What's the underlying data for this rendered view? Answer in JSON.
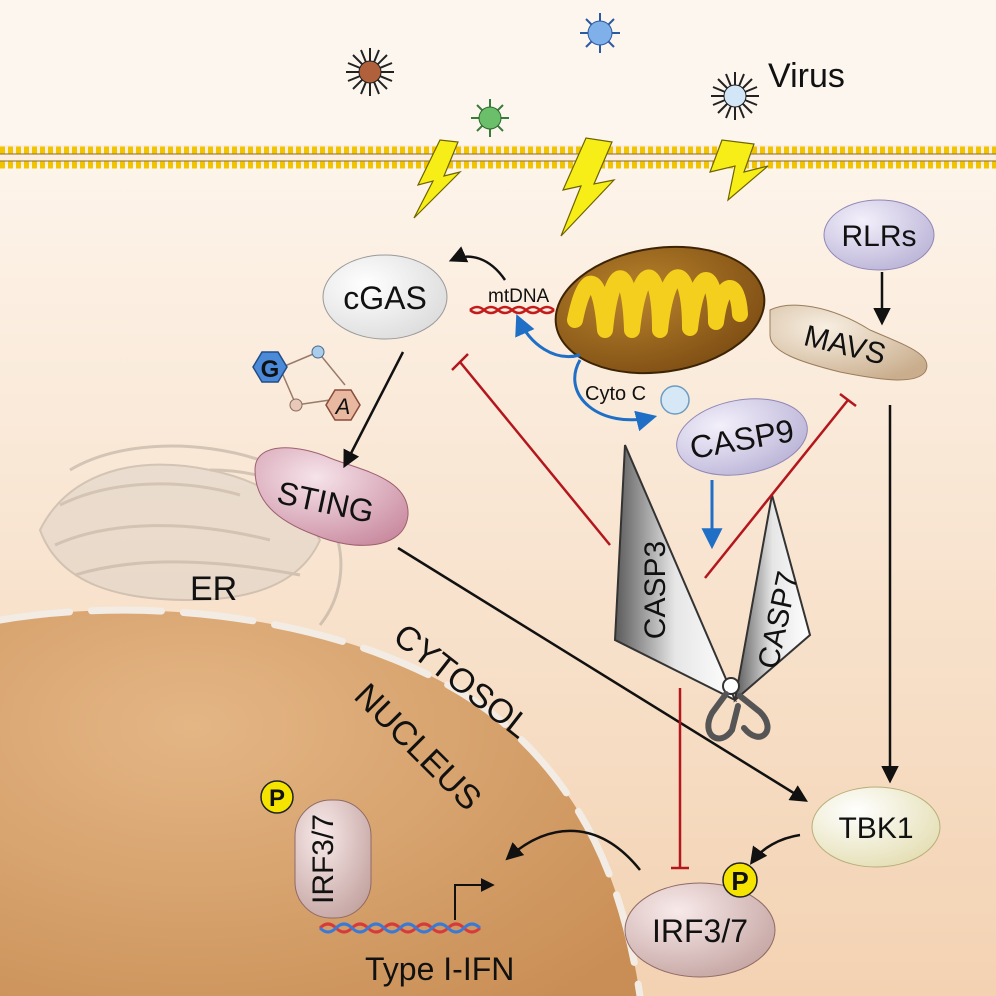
{
  "labels": {
    "virus": "Virus",
    "rlrs": "RLRs",
    "cgas": "cGAS",
    "mtdna": "mtDNA",
    "mavs": "MAVS",
    "cyto_c": "Cyto C",
    "casp9": "CASP9",
    "casp3": "CASP3",
    "casp7": "CASP7",
    "sting": "STING",
    "er": "ER",
    "cytosol": "CYTOSOL",
    "nucleus": "NUCLEUS",
    "tbk1": "TBK1",
    "irf_cyto": "IRF3/7",
    "irf_nuc": "IRF3/7",
    "phospho_cyto": "P",
    "phospho_nuc": "P",
    "type_ifn": "Type I-IFN",
    "cgamp_g": "G",
    "cgamp_a": "A"
  },
  "colors": {
    "cytoplasm": "#f6dcc2",
    "nucleus": "#d9a36f",
    "membrane": "#f2c400",
    "activation_arrow": "#111111",
    "inhibition": "#b3161c",
    "mito_arrow": "#1f6fc7",
    "phosphate": "#f4e400"
  },
  "icons": [
    "virus-icon",
    "lightning-icon",
    "mitochondrion-icon",
    "scissors-icon",
    "er-icon",
    "dna-icon",
    "cgamp-icon"
  ]
}
